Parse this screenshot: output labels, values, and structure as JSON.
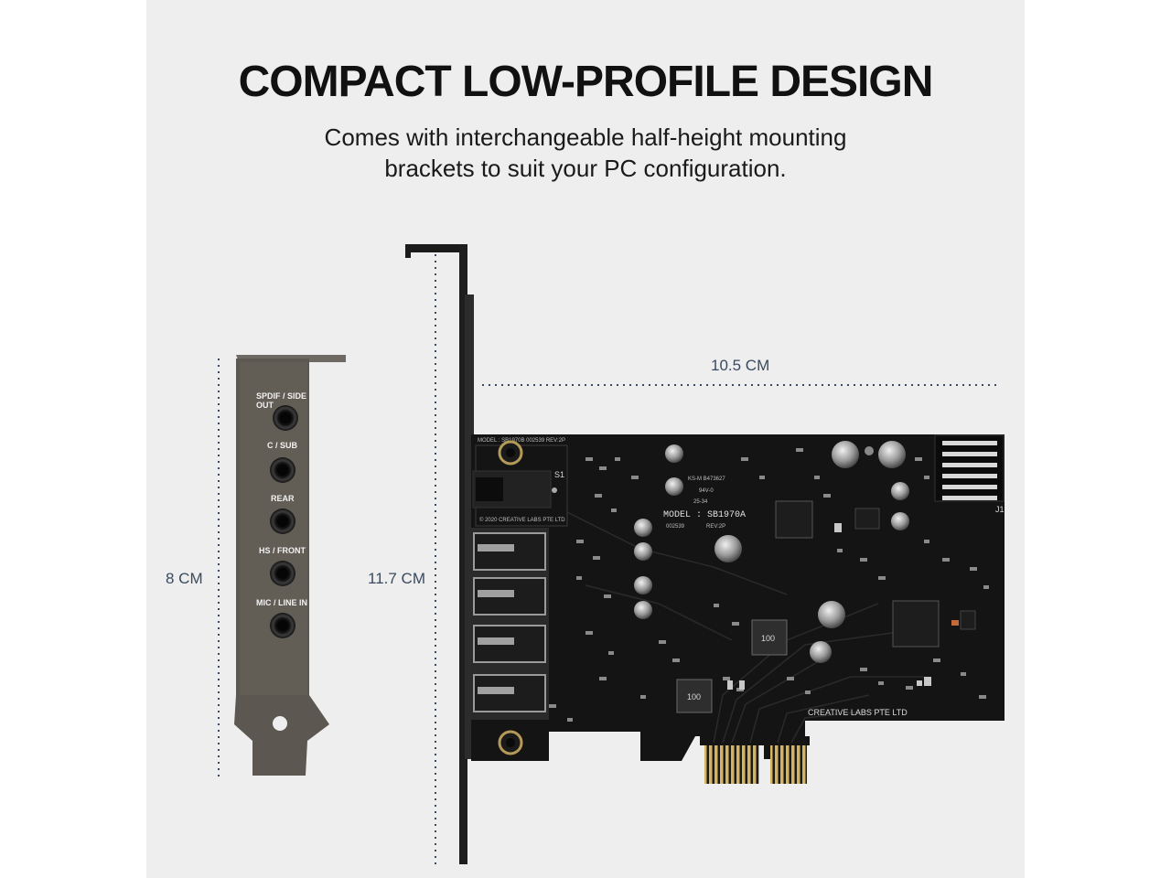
{
  "headline": "COMPACT LOW-PROFILE DESIGN",
  "subtitle": {
    "line1": "Comes with interchangeable half-height mounting",
    "line2": "brackets to suit your PC configuration."
  },
  "dimensions": {
    "bracket_height": "8 CM",
    "card_height": "11.7 CM",
    "card_width": "10.5 CM"
  },
  "bracket_ports": {
    "spdif_line1": "SPDIF / SIDE",
    "spdif_line2": "OUT",
    "csub": "C / SUB",
    "rear": "REAR",
    "hs_front": "HS / FRONT",
    "mic_line": "MIC / LINE IN"
  },
  "board_silkscreen": {
    "model": "MODEL : SB1970A",
    "serial": "002539",
    "rev": "REV:2P",
    "maker": "CREATIVE LABS PTE LTD",
    "top_strip": "MODEL : SB1970B 002539 REV:2P",
    "copyright": "© 2020 CREATIVE LABS PTE LTD",
    "cert": "KS-M B473627",
    "rating": "94V-0",
    "date": "25-34",
    "inductor1": "100",
    "inductor2": "100",
    "connector": "J1",
    "switch": "S1"
  },
  "colors": {
    "background": "#eeeeef",
    "dimension_text": "#3a4a5e",
    "pcb": "#141414",
    "bracket_low": "#5c5750",
    "bracket_full": "#222222",
    "gold_contacts": "#c9a85a"
  }
}
